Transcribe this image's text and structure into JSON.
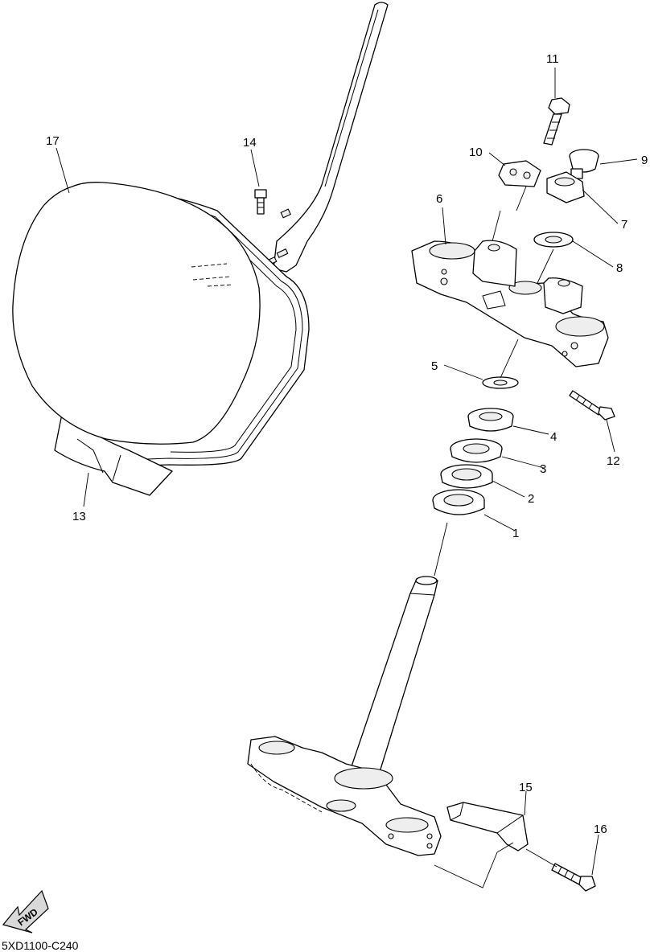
{
  "diagram_code": "5XD1100-C240",
  "fwd_label": "FWD",
  "callouts": [
    {
      "id": "1",
      "label": "1"
    },
    {
      "id": "2",
      "label": "2"
    },
    {
      "id": "3",
      "label": "3"
    },
    {
      "id": "4",
      "label": "4"
    },
    {
      "id": "5",
      "label": "5"
    },
    {
      "id": "6",
      "label": "6"
    },
    {
      "id": "7",
      "label": "7"
    },
    {
      "id": "8",
      "label": "8"
    },
    {
      "id": "9",
      "label": "9"
    },
    {
      "id": "10",
      "label": "10"
    },
    {
      "id": "11",
      "label": "11"
    },
    {
      "id": "12",
      "label": "12"
    },
    {
      "id": "13",
      "label": "13"
    },
    {
      "id": "14",
      "label": "14"
    },
    {
      "id": "15",
      "label": "15"
    },
    {
      "id": "16",
      "label": "16"
    },
    {
      "id": "17",
      "label": "17"
    }
  ],
  "icons": {
    "fwd": "fwd-arrow-icon"
  }
}
